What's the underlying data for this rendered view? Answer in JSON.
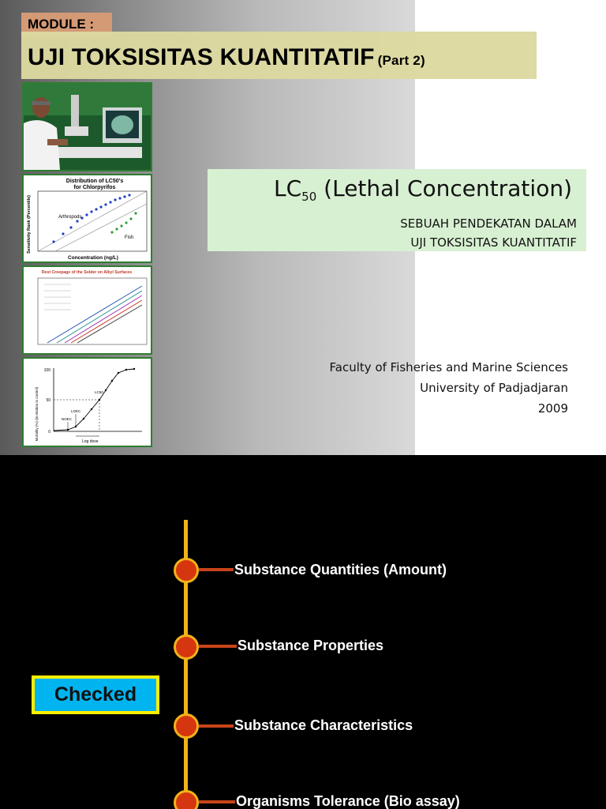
{
  "slide1": {
    "module_label": "MODULE :",
    "title": "UJI TOKSISITAS KUANTITATIF",
    "title_part": "(Part 2)",
    "lc_title_prefix": "LC",
    "lc_title_sub": "50",
    "lc_title_rest": " (Lethal Concentration)",
    "lc_subtitle_1": "SEBUAH PENDEKATAN DALAM",
    "lc_subtitle_2": "UJI TOKSISITAS KUANTITATIF",
    "faculty_line_1": "Faculty of Fisheries and Marine Sciences",
    "faculty_line_2": "University of Padjadjaran",
    "year": "2009",
    "thumb1": {
      "title_1": "Distribution of LC50's",
      "title_2": "for Chlorpyrifos",
      "ylabel": "Sensitivity Rank (Percentile)",
      "xlabel": "Concentration (ng/L)",
      "series_a": "Arthropods",
      "series_b": "Fish"
    },
    "thumb2": {
      "title": "Rest Creepage of the Solder on Alkyl Surfaces"
    },
    "thumb3": {
      "ylabel": "Mortality (%) (in relation to control)",
      "xlabel": "Log dose",
      "label_noec": "NOEC",
      "label_loec": "LOEC",
      "label_lc50": "LC50",
      "tick_100": "100",
      "tick_50": "50",
      "tick_0": "0"
    }
  },
  "slide2": {
    "checked_label": "Checked",
    "items": [
      "Substance Quantities (Amount)",
      "Substance Properties",
      "Substance Characteristics",
      "Organisms Tolerance (Bio assay)"
    ]
  },
  "colors": {
    "timeline": "#f1b319",
    "node": "#d6360f",
    "checked_bg": "#00b4f0",
    "checked_border": "#ffee00"
  }
}
